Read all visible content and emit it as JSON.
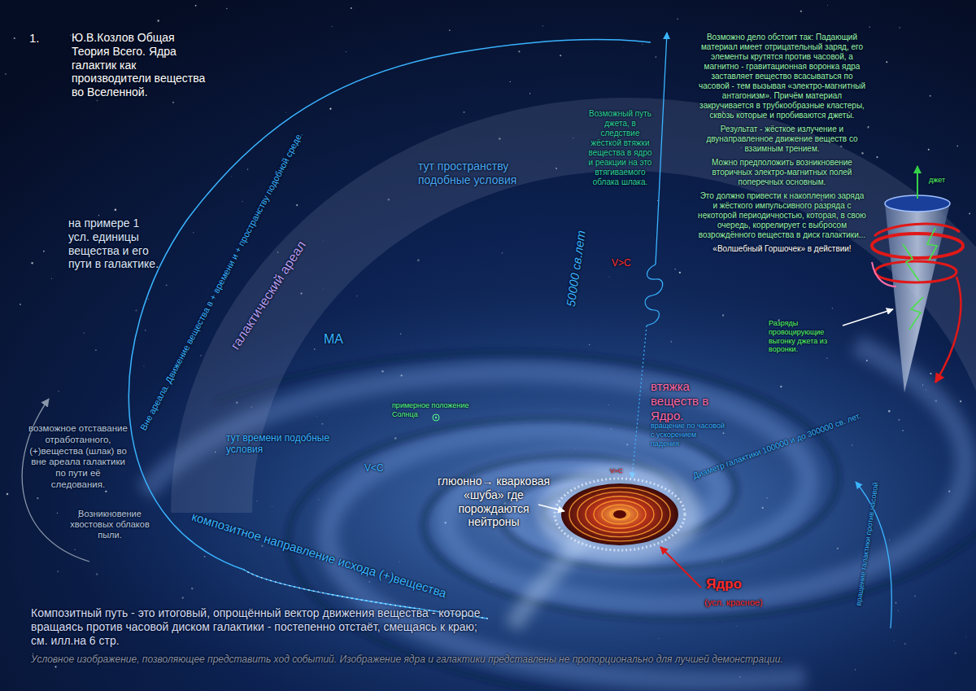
{
  "diagram": {
    "title": "Ю.В.Козлов Общая Теория Всего. Ядра галактик как производители вещества во Вселенной.",
    "caption": "Условное изображение, позволяющее представить ход событий. Изображение ядра и галактики представлены не пропорционально для лучшей демонстрации.",
    "labels": [
      "1.",
      "на примере 1 усл. единицы вещества и его пути в галактике.",
      "Вне ареала. Движение вещества в + времени и + пространству подобной среде.",
      "галактический ареал",
      "МА",
      "тут пространству подобные условия",
      "Возможный путь джета, в следствие жёсткой втяжки вещества в ядро и реакции на это втягиваемого облака шлака.",
      "50000 св.лет",
      "V>C",
      "Возможно дело обстоит так: Падающий материал имеет отрицательный заряд, его элементы крутятся против часовой, а магнитно - гравитационная воронка ядра заставляет вещество всасываться по часовой - тем вызывая «электро-магнитный антагонизм». Причём материал закручивается в трубкообразные кластеры, сквозь которые и пробиваются джеты.",
      "Результат - жёсткое излучение и двунаправленное движение веществ со взаимным трением.",
      "Можно предположить возникновение вторичных электро-магнитных полей поперечных основным.",
      "Это должно привести к накоплению заряда и жёсткого импульсивного разряда с некоторой периодичностью, которая, в свою очередь, коррелирует с выбросом возрождённого вещества в диск галактики...",
      "«Волшебный Горшочек» в действии!",
      "джет",
      "Разряды провоцирующие выгонку джета из воронки.",
      "втяжка веществ в Ядро.",
      "вращение по часовой с ускорением падения",
      "примерное положение Солнца",
      "тут времени подобные условия",
      "V<C",
      "возможное отставание отработанного, (+)вещества (шлак) во вне ареала галактики по пути её следования.",
      "Возникновение хвостовых облаков пыли.",
      "глюонно→ кварковая «шуба» где порождаются нейтроны",
      "V>C",
      "Диаметр галактики 100000 и до 300000 св. лет.",
      "композитное направление исхода (+)вещества",
      "вращение галактики против часовой",
      "Ядро",
      "(усл. красное)",
      "Композитный путь - это итоговый, опрощённый вектор движения вещества - которое вращаясь против часовой диском галактики - постепенно отстаёт, смещаясь к краю; см. илл.на 6 стр."
    ]
  }
}
